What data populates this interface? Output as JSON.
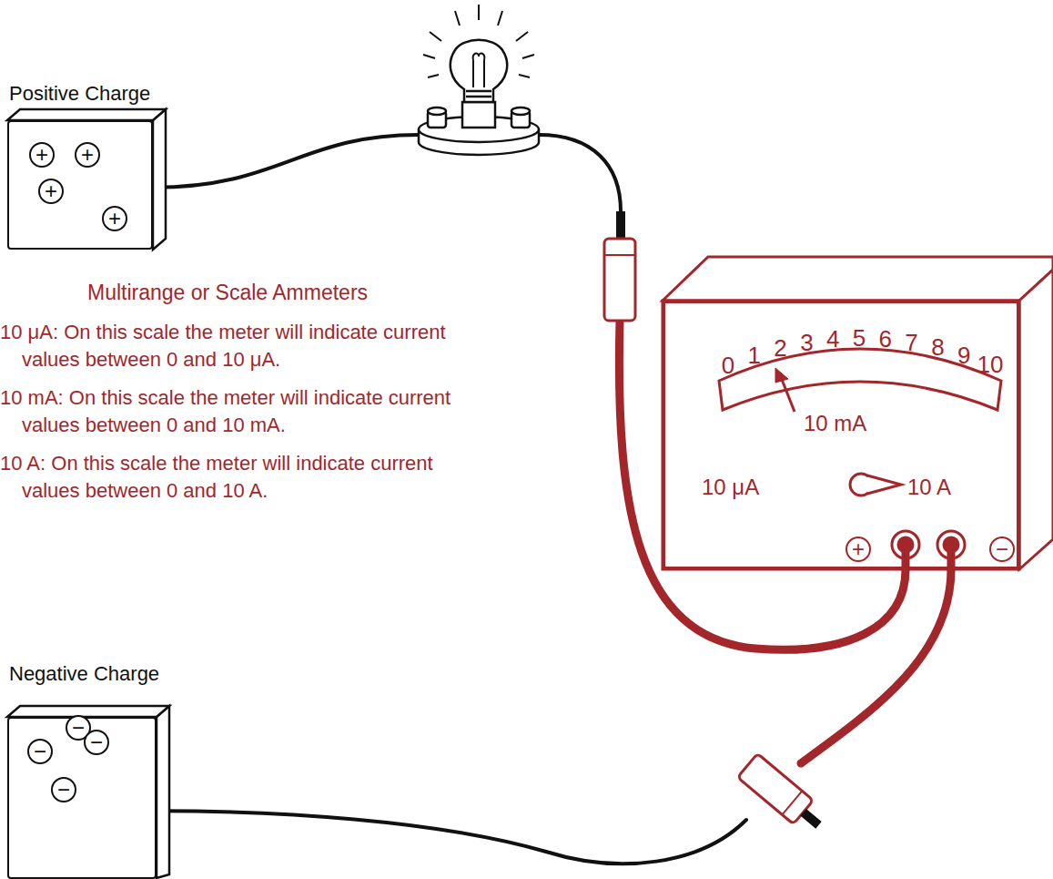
{
  "diagram": {
    "nodes": [
      {
        "text": [
          "Positive Charge",
          "+",
          "+",
          "+",
          "+"
        ]
      },
      {
        "text": [
          "0",
          "1",
          "2",
          "3",
          "4",
          "5",
          "6",
          "7",
          "8",
          "9",
          "10",
          "10 mA",
          "10 μA",
          "10 A",
          "+",
          "−"
        ]
      },
      {
        "text": [
          "Negative Charge",
          "−",
          "−",
          "−",
          "−"
        ]
      }
    ],
    "edges": [
      {
        "from": 0,
        "to": 1,
        "arrow": "none"
      },
      {
        "from": 1,
        "to": 2,
        "arrow": "none"
      }
    ],
    "labels": [
      "Multirange or Scale Ammeters",
      "10 μA: On this scale the meter will indicate current values between 0 and 10 μA.",
      "10 mA: On this scale the meter will indicate current values between 0 and 10 mA.",
      "10 A: On this scale the meter will indicate current values between 0 and 10 A."
    ]
  }
}
